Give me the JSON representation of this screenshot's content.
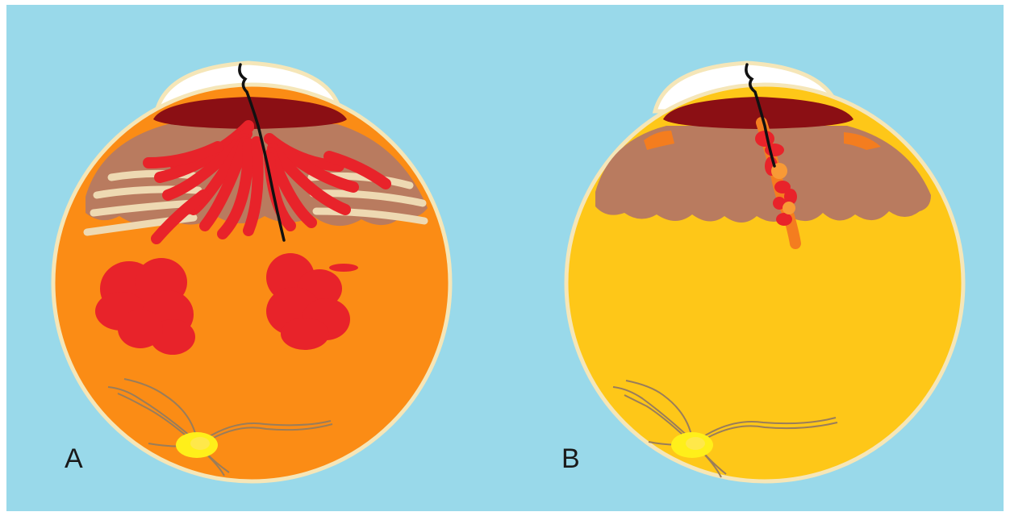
{
  "panels": [
    {
      "id": "A",
      "label": "A"
    },
    {
      "id": "B",
      "label": "B"
    }
  ],
  "colors": {
    "background": "#99d9ea",
    "sclera_rim": "#f5e6b8",
    "fundus_a": "#fb8c15",
    "fundus_b": "#fec718",
    "ciliary_body": "#b97b5f",
    "iris": "#8b0f14",
    "cornea": "#ffffff",
    "hemorrhage": "#e8232a",
    "retinal_fold": "#eed9b2",
    "optic_disc": "#ffef1a",
    "vessel": "#9a7d5a",
    "wound": "#111111",
    "vitreous_strand": "#f47d1f"
  }
}
